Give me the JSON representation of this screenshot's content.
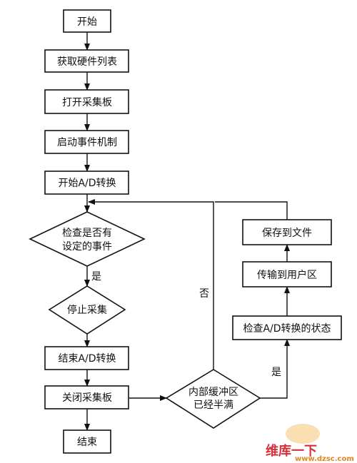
{
  "flowchart": {
    "start": "开始",
    "get_hardware_list": "获取硬件列表",
    "open_board": "打开采集板",
    "start_event_mechanism": "启动事件机制",
    "start_ad": "开始A/D转换",
    "check_event_line1": "检查是否有",
    "check_event_line2": "设定的事件",
    "yes_label": "是",
    "stop_acq": "停止采集",
    "end_ad": "结束A/D转换",
    "close_board": "关闭采集板",
    "end": "结束",
    "buffer_line1": "内部缓冲区",
    "buffer_line2": "已经半满",
    "no_label": "否",
    "yes_label_right": "是",
    "check_ad_status": "检查A/D转换的状态",
    "transfer_to_user": "传输到用户区",
    "save_to_file": "保存到文件"
  },
  "watermark": {
    "line1": "维库一下",
    "url": "www.dzsc.com"
  }
}
